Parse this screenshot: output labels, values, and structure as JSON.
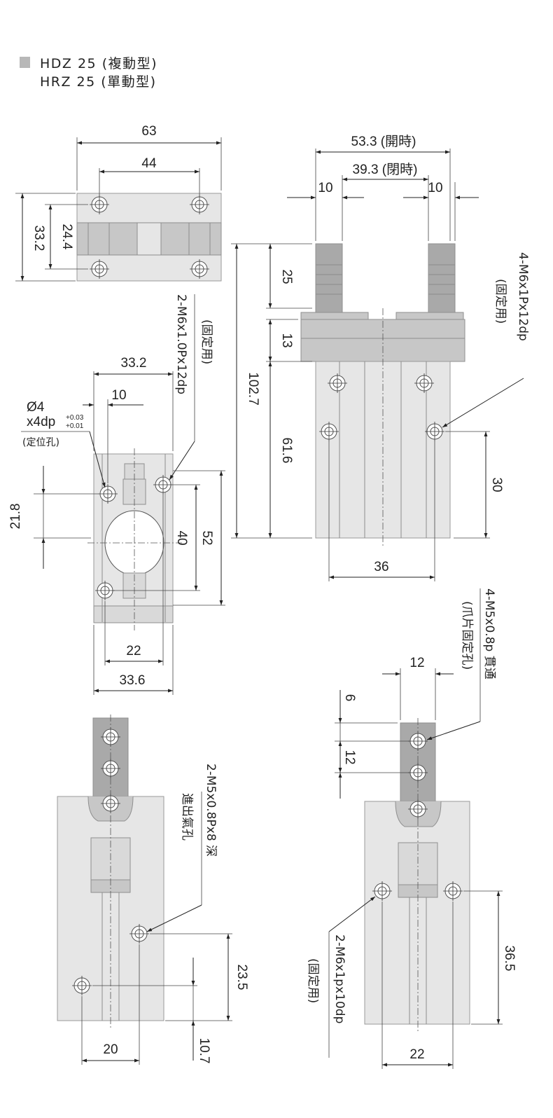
{
  "title": {
    "line1": "HDZ 25 (複動型)",
    "line2": "HRZ 25 (單動型)"
  },
  "top_view": {
    "width_total": "63",
    "hole_pitch_x": "44",
    "height_total": "33.2",
    "hole_pitch_y": "24.4"
  },
  "front_view": {
    "stroke_open": "53.3 (開時)",
    "stroke_closed": "39.3 (閉時)",
    "jaw_width_left": "10",
    "jaw_width_right": "10",
    "jaw_height": "25",
    "head_height": "13",
    "overall_height": "102.7",
    "body_height": "61.6",
    "mount_hole_height": "30",
    "mount_hole_pitch": "36",
    "thread_note": "4-M6x1Px12dp",
    "thread_note_sub": "(固定用)"
  },
  "side_view": {
    "width": "33.2",
    "pin_offset": "10",
    "pin_dia": "Ø4",
    "pin_depth": "x4dp",
    "pin_tol_upper": "+0.03",
    "pin_tol_lower": "+0.01",
    "pin_note": "(定位孔)",
    "thread_note": "2-M6x1.0Px12dp",
    "thread_note_sub": "(固定用)",
    "pin_height": "21.8",
    "hole_pitch": "40",
    "body_height": "52",
    "bottom_pitch": "22",
    "bottom_width": "33.6"
  },
  "bottom_left_view": {
    "port_note": "2-M5x0.8Px8 深",
    "port_note_sub": "進出氣孔",
    "port_height": "23.5",
    "port_lower": "10.7",
    "port_width": "20"
  },
  "bottom_right_view": {
    "jaw_note": "4-M5x0.8p 貫通",
    "jaw_note_sub": "(爪片固定孔)",
    "jaw_width": "12",
    "jaw_hole_top": "6",
    "jaw_hole_pitch": "12",
    "mount_note": "2-M6x1px10dp",
    "mount_note_sub": "(固定用)",
    "mount_height": "36.5",
    "mount_pitch": "22"
  }
}
